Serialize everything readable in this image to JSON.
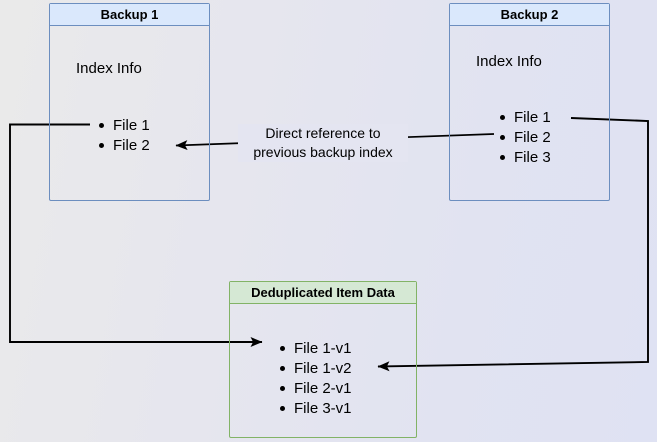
{
  "diagram": {
    "backup1": {
      "title": "Backup 1",
      "subtitle": "Index Info",
      "files": [
        "File 1",
        "File 2"
      ]
    },
    "backup2": {
      "title": "Backup 2",
      "subtitle": "Index Info",
      "files": [
        "File 1",
        "File 2",
        "File 3"
      ]
    },
    "dedup": {
      "title": "Deduplicated Item Data",
      "files": [
        "File 1-v1",
        "File 1-v2",
        "File 2-v1",
        "File 3-v1"
      ]
    },
    "arrow_label": {
      "line1": "Direct reference to",
      "line2": "previous backup index"
    },
    "colors": {
      "blue_header_fill": "#dae8fc",
      "blue_border": "#6c8ebf",
      "green_header_fill": "#d5e8d4",
      "green_border": "#82b366",
      "arrow": "#000000",
      "text": "#000000"
    }
  }
}
